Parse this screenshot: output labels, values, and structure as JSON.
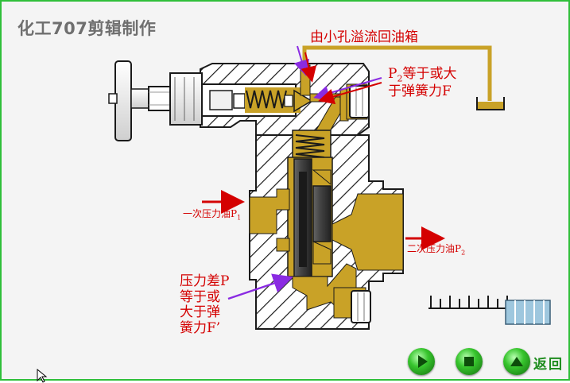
{
  "title": "化工707剪辑制作",
  "labels": {
    "overflow_note": "由小孔溢流回油箱",
    "pilot_note_line1": "P",
    "pilot_note_sub": "2",
    "pilot_note_rest": "等于或大",
    "pilot_note_line2": "于弹簧力F",
    "inlet": "一次压力油P",
    "inlet_sub": "1",
    "outlet": "二次压力油P",
    "outlet_sub": "2",
    "diff_line1": "压力差P",
    "diff_line2": "等于或",
    "diff_line3": "大于弹",
    "diff_line4": "簧力F’"
  },
  "controls": {
    "back_label": "返回"
  },
  "colors": {
    "oil": "#c9a227",
    "body_hatch": "#1a1a1a",
    "spool": "#3a3a3a",
    "annotation": "#d40000",
    "arrow_purple": "#8a2be2",
    "button_green": "#37c52d"
  },
  "icons": {
    "play": "play-icon",
    "stop": "stop-icon",
    "up": "up-icon"
  }
}
